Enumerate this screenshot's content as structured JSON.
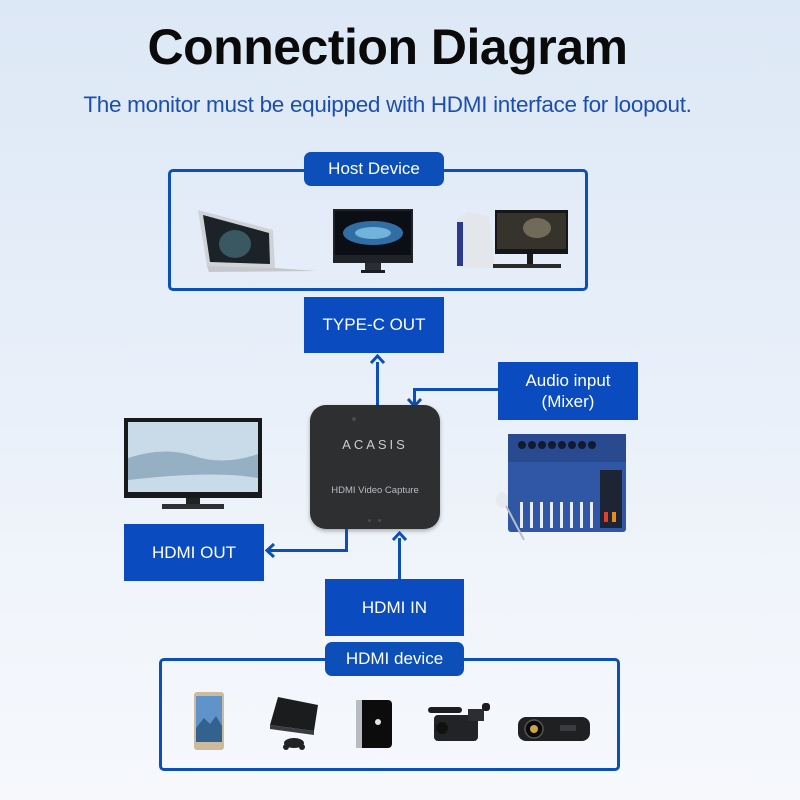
{
  "header": {
    "title": "Connection Diagram",
    "subtitle": "The monitor must be equipped with HDMI interface for loopout."
  },
  "host_group": {
    "label": "Host Device",
    "devices": [
      "laptop",
      "all-in-one desktop",
      "desktop PC with monitor"
    ]
  },
  "capture_device": {
    "brand": "ACASIS",
    "label": "HDMI Video Capture"
  },
  "connections": {
    "type_c_out": "TYPE-C OUT",
    "audio_input_line1": "Audio input",
    "audio_input_line2": "(Mixer)",
    "hdmi_out": "HDMI OUT",
    "hdmi_in": "HDMI IN"
  },
  "hdmi_group": {
    "label": "HDMI device",
    "devices": [
      "smartphone",
      "game console",
      "set-top box",
      "camcorder",
      "projector"
    ]
  },
  "colors": {
    "accent_blue": "#0d4fb8",
    "subtitle_blue": "#1a4fb0",
    "device_body": "#2e2f31"
  }
}
